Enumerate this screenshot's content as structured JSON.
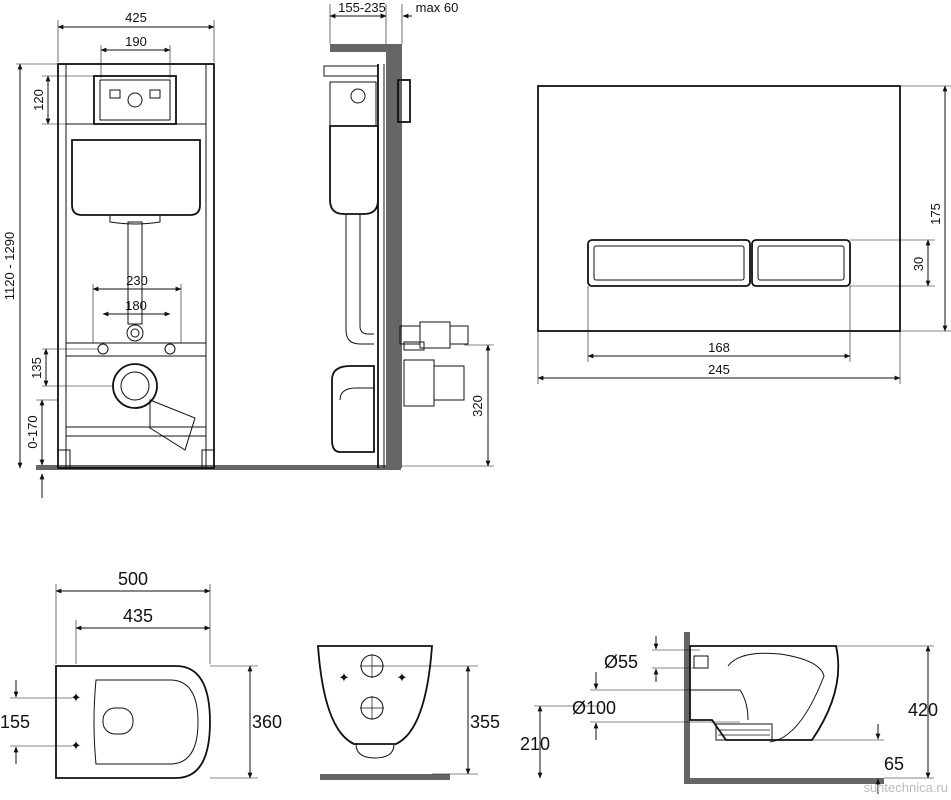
{
  "watermark": "suntechnica.ru",
  "frame_front": {
    "width": "425",
    "plate_width": "190",
    "plate_height": "120",
    "height_range": "1120 - 1290",
    "bolt_spacing_outer": "230",
    "bolt_spacing_inner": "180",
    "bolt_height": "135",
    "leg_adjust": "0-170"
  },
  "frame_side": {
    "depth_range": "155-235",
    "wall_offset": "max 60",
    "outlet_height": "320"
  },
  "flush_plate": {
    "width": "245",
    "height": "175",
    "button_width": "168",
    "button_height": "30"
  },
  "bowl_top": {
    "length": "500",
    "inner_length": "435",
    "width": "360",
    "mount_spacing": "155"
  },
  "bowl_back": {
    "height": "355"
  },
  "bowl_side": {
    "inlet_diameter": "Ø55",
    "outlet_diameter": "Ø100",
    "outlet_height": "210",
    "height": "420",
    "floor_clearance": "65"
  },
  "icons": {
    "arrow": "dimension-arrow-icon"
  }
}
